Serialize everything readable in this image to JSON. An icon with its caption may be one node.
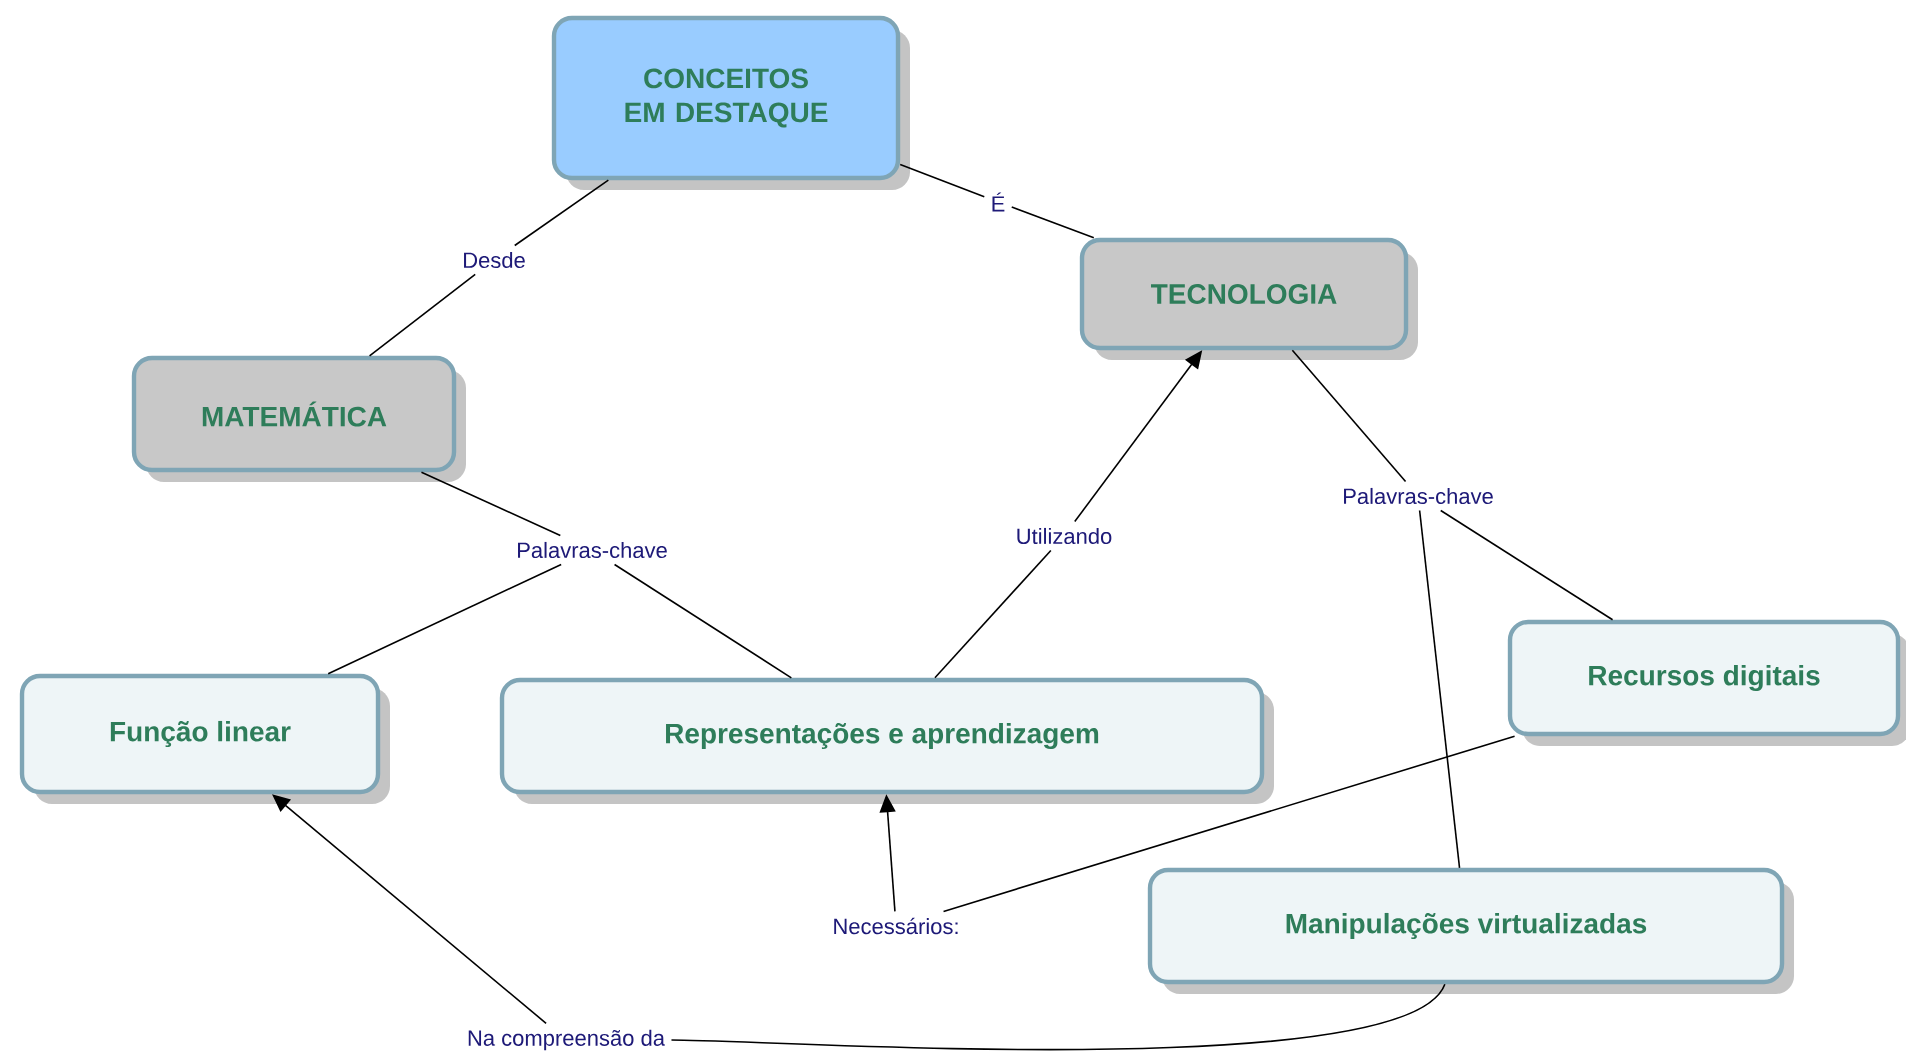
{
  "diagram": {
    "nodes": [
      {
        "text": [
          "CONCEITOS EM DESTAQUE"
        ]
      },
      {
        "text": [
          "Desde"
        ]
      },
      {
        "text": [
          "É"
        ]
      },
      {
        "text": [
          "MATEMÁTICA"
        ]
      },
      {
        "text": [
          "TECNOLOGIA"
        ]
      },
      {
        "text": [
          "Palavras-chave"
        ]
      },
      {
        "text": [
          "Utilizando"
        ]
      },
      {
        "text": [
          "Palavras-chave"
        ]
      },
      {
        "text": [
          "Função linear"
        ]
      },
      {
        "text": [
          "Representações e aprendizagem"
        ]
      },
      {
        "text": [
          "Recursos digitais"
        ]
      },
      {
        "text": [
          "Necessários:"
        ]
      },
      {
        "text": [
          "Manipulações virtualizadas"
        ]
      },
      {
        "text": [
          "Na compreensão da"
        ]
      }
    ],
    "edges": [
      {
        "from": 0,
        "to": 1,
        "arrow": "none"
      },
      {
        "from": 1,
        "to": 3,
        "arrow": "none"
      },
      {
        "from": 0,
        "to": 2,
        "arrow": "none"
      },
      {
        "from": 2,
        "to": 4,
        "arrow": "none"
      },
      {
        "from": 3,
        "to": 5,
        "arrow": "none"
      },
      {
        "from": 5,
        "to": 8,
        "arrow": "none"
      },
      {
        "from": 5,
        "to": 9,
        "arrow": "none"
      },
      {
        "from": 9,
        "to": 6,
        "arrow": "none"
      },
      {
        "from": 6,
        "to": 4,
        "arrow": "to"
      },
      {
        "from": 4,
        "to": 7,
        "arrow": "none"
      },
      {
        "from": 7,
        "to": 10,
        "arrow": "none"
      },
      {
        "from": 7,
        "to": 12,
        "arrow": "none"
      },
      {
        "from": 10,
        "to": 11,
        "arrow": "none"
      },
      {
        "from": 11,
        "to": 9,
        "arrow": "to"
      },
      {
        "from": 12,
        "to": 13,
        "arrow": "none"
      },
      {
        "from": 13,
        "to": 8,
        "arrow": "to"
      }
    ]
  }
}
